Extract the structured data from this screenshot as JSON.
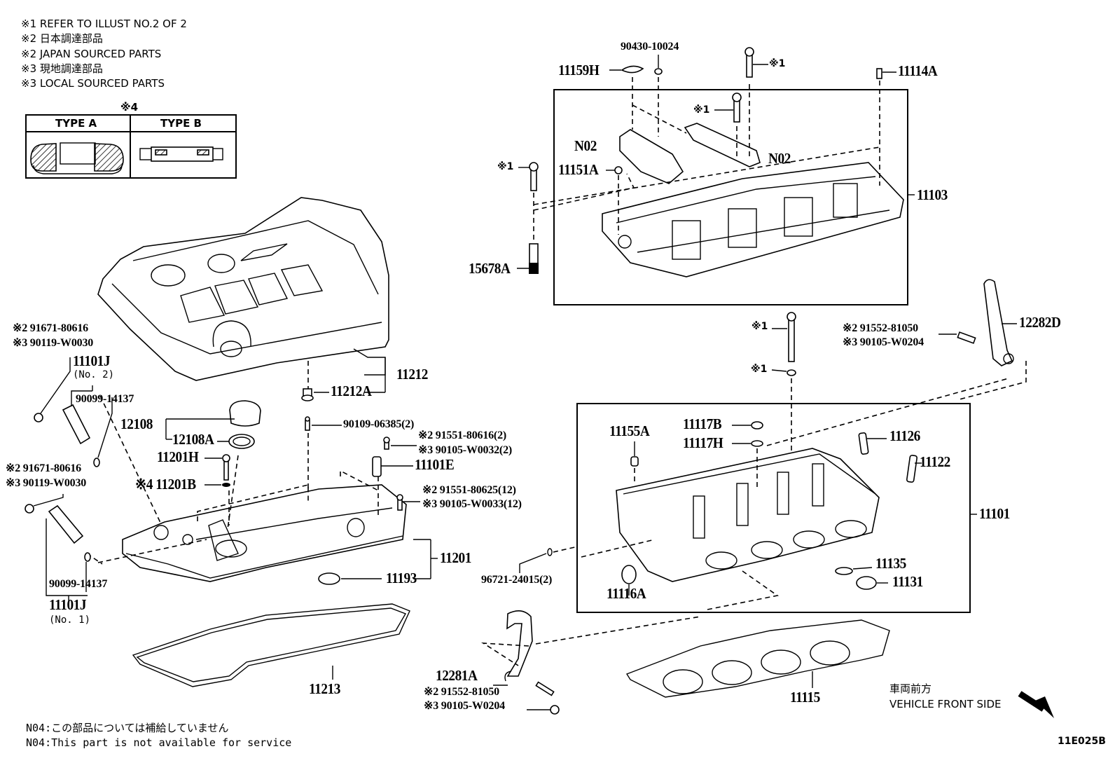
{
  "notes": {
    "line1": "※1 REFER TO ILLUST NO.2 OF 2",
    "line2": "※2 日本調達部品",
    "line3": "※2 JAPAN SOURCED PARTS",
    "line4": "※3 現地調達部品",
    "line5": "※3 LOCAL SOURCED PARTS"
  },
  "type_table": {
    "marker": "※4",
    "col_a": "TYPE A",
    "col_b": "TYPE B"
  },
  "labels": {
    "p90430": "90430-10024",
    "p11159H": "11159H",
    "ref1_top": "※1",
    "p11114A": "11114A",
    "ref1_mid": "※1",
    "p_N02_left": "N02",
    "p_N02_right": "N02",
    "ref1_left": "※1",
    "p11151A": "11151A",
    "p11103": "11103",
    "p15678A": "15678A",
    "ref1_bolt": "※1",
    "ref1_washer": "※1",
    "p12282D_a": "※2 91552-81050",
    "p12282D_b": "※3 90105-W0204",
    "p12282D": "12282D",
    "p11101J2_a": "※2 91671-80616",
    "p11101J2_b": "※3 90119-W0030",
    "p11101J2": "11101J",
    "p11101J2_no": "(No. 2)",
    "p90099_top": "90099-14137",
    "p12108": "12108",
    "p12108A": "12108A",
    "p11201H": "11201H",
    "p11201B": "※4 11201B",
    "p11212A": "11212A",
    "p11212": "11212",
    "p90109": "90109-06385(2)",
    "p11101E_a": "※2 91551-80616(2)",
    "p11101E_b": "※3 90105-W0032(2)",
    "p11101E": "11101E",
    "p_bolt12_a": "※2 91551-80625(12)",
    "p_bolt12_b": "※3 90105-W0033(12)",
    "p11201": "11201",
    "p11193": "11193",
    "p11101J1_a": "※2 91671-80616",
    "p11101J1_b": "※3 90119-W0030",
    "p90099_bot": "90099-14137",
    "p11101J1": "11101J",
    "p11101J1_no": "(No. 1)",
    "p11213": "11213",
    "p11155A": "11155A",
    "p11117B": "11117B",
    "p11117H": "11117H",
    "p11126": "11126",
    "p11122": "11122",
    "p11101": "11101",
    "p96721": "96721-24015(2)",
    "p11135": "11135",
    "p11131": "11131",
    "p11116A": "11116A",
    "p12281A": "12281A",
    "p12281A_a": "※2 91552-81050",
    "p12281A_b": "※3 90105-W0204",
    "p11115": "11115"
  },
  "direction": {
    "jp": "車両前方",
    "en": "VEHICLE FRONT SIDE",
    "icon": "arrow-down-right-icon"
  },
  "footer": {
    "n04_jp": "N04:この部品については補給していません",
    "n04_en": "N04:This part is not available for service",
    "illustration_code": "11E025B"
  }
}
